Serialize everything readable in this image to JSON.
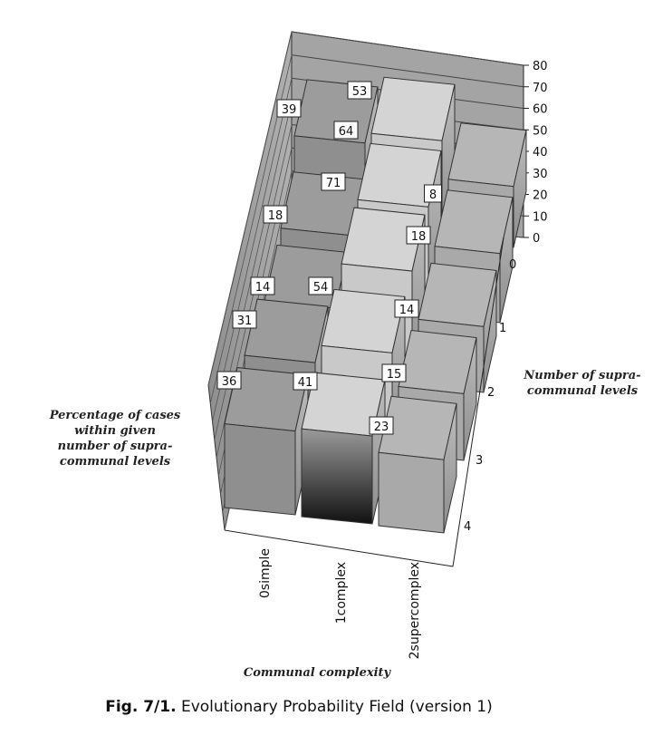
{
  "chart_data": {
    "type": "bar3d",
    "title": "",
    "ylabel": "Percentage of cases within given number of supra-communal levels",
    "zlabel": "Number of supra-communal levels",
    "xlabel": "Communal complexity",
    "vertical_ticks": [
      "0",
      "10",
      "20",
      "30",
      "40",
      "50",
      "60",
      "70",
      "80"
    ],
    "categories": [
      "0simple",
      "1complex",
      "2supercomplex"
    ],
    "depth_levels": [
      "0",
      "1",
      "2",
      "3",
      "4"
    ],
    "series": [
      {
        "level": "0",
        "values": [
          39,
          53,
          8
        ]
      },
      {
        "level": "1",
        "values": [
          18,
          64,
          18
        ]
      },
      {
        "level": "2",
        "values": [
          14,
          71,
          14
        ]
      },
      {
        "level": "3",
        "values": [
          31,
          54,
          15
        ]
      },
      {
        "level": "4",
        "values": [
          36,
          41,
          23
        ]
      }
    ],
    "ylim": [
      0,
      80
    ],
    "grid": true,
    "colors": {
      "simple": "#8a8a8a",
      "complex": "#c8c8c8",
      "supercomplex": "#a8a8a8",
      "wall": "#9a9a9a"
    }
  },
  "caption": {
    "label": "Fig. 7/1.",
    "text": "Evolutionary Probability Field (version 1)"
  }
}
